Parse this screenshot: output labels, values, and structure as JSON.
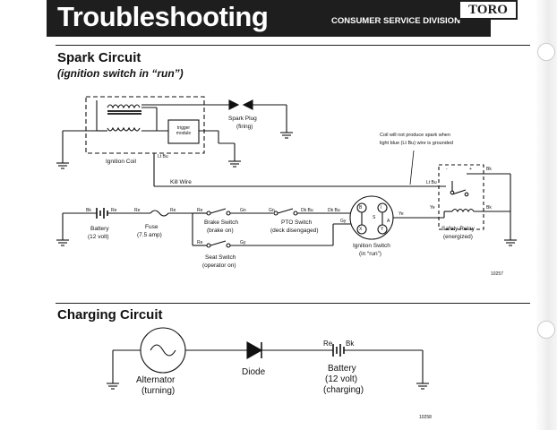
{
  "header": {
    "title": "Troubleshooting",
    "division": "CONSUMER SERVICE DIVISION",
    "logo": "TORO"
  },
  "spark": {
    "title": "Spark Circuit",
    "subtitle": "(ignition switch in “run”)",
    "ignition_coil": "Ignition Coil",
    "trigger_module": "trigger module",
    "spark_plug": "Spark Plug",
    "spark_plug_state": "(firing)",
    "kill_wire": "Kill Wire",
    "coil_note_1": "Coil will not produce spark when",
    "coil_note_2": "light blue (Lt Bu) wire is grounded",
    "battery": "Battery",
    "battery_volt": "(12 volt)",
    "fuse": "Fuse",
    "fuse_amp": "(7.5 amp)",
    "brake_switch": "Brake Switch",
    "brake_state": "(brake on)",
    "pto_switch": "PTO Switch",
    "pto_state": "(deck disengaged)",
    "seat_switch": "Seat Switch",
    "seat_state": "(operator on)",
    "ignition_switch": "Ignition Switch",
    "ignition_state": "(in “run”)",
    "safety_relay": "Safety Relay",
    "relay_state": "(energized)",
    "wires": {
      "bk": "Bk",
      "re": "Re",
      "gn": "Gn",
      "dkbu": "Dk Bu",
      "gy": "Gy",
      "ye": "Ye",
      "ltbu": "Lt Bu"
    },
    "switch_terminals": [
      "B",
      "I",
      "S",
      "X",
      "Y",
      "A"
    ],
    "relay_terminals": [
      "+",
      "-"
    ],
    "figure_number": "10257"
  },
  "charging": {
    "title": "Charging Circuit",
    "alternator": "Alternator",
    "alternator_state": "(turning)",
    "diode": "Diode",
    "battery": "Battery",
    "battery_volt": "(12 volt)",
    "battery_state": "(charging)",
    "wire_re": "Re",
    "wire_bk": "Bk",
    "figure_number": "10258"
  }
}
